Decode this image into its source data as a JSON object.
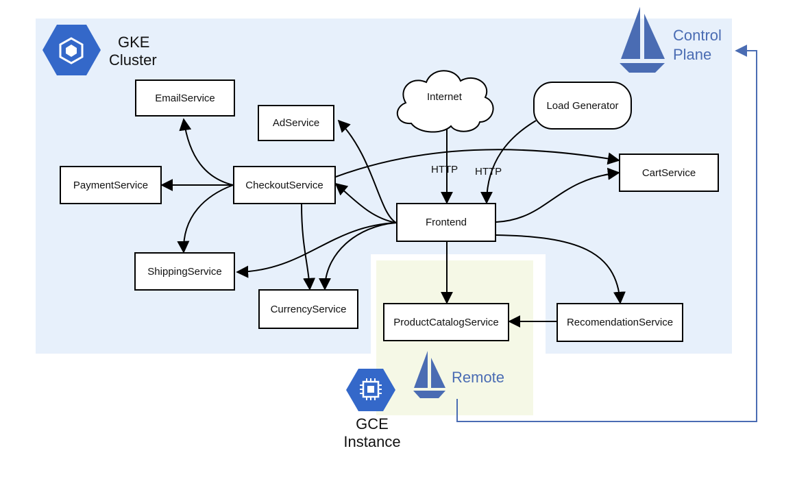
{
  "colors": {
    "gke_region": "#e7f0fb",
    "gce_region": "#f5f8e6",
    "google_blue": "#3468c9",
    "istio_blue": "#4a6cb3",
    "control_line": "#4a6cb3"
  },
  "icons": {
    "gke": "gke-hexagon-icon",
    "gce": "gce-hexagon-chip-icon",
    "istio": "istio-sail-icon"
  },
  "regions": {
    "gke": {
      "line1": "GKE",
      "line2": "Cluster"
    },
    "gce": {
      "line1": "GCE",
      "line2": "Instance"
    }
  },
  "istio": {
    "control_plane_line1": "Control",
    "control_plane_line2": "Plane",
    "remote": "Remote"
  },
  "nodes": {
    "email": "EmailService",
    "ad": "AdService",
    "internet": "Internet",
    "load_generator": "Load Generator",
    "payment": "PaymentService",
    "checkout": "CheckoutService",
    "cart": "CartService",
    "frontend": "Frontend",
    "shipping": "ShippingService",
    "currency": "CurrencyService",
    "product_catalog": "ProductCatalogService",
    "recommendation": "RecomendationService"
  },
  "edge_labels": {
    "internet_frontend": "HTTP",
    "loadgen_frontend": "HTTP"
  }
}
